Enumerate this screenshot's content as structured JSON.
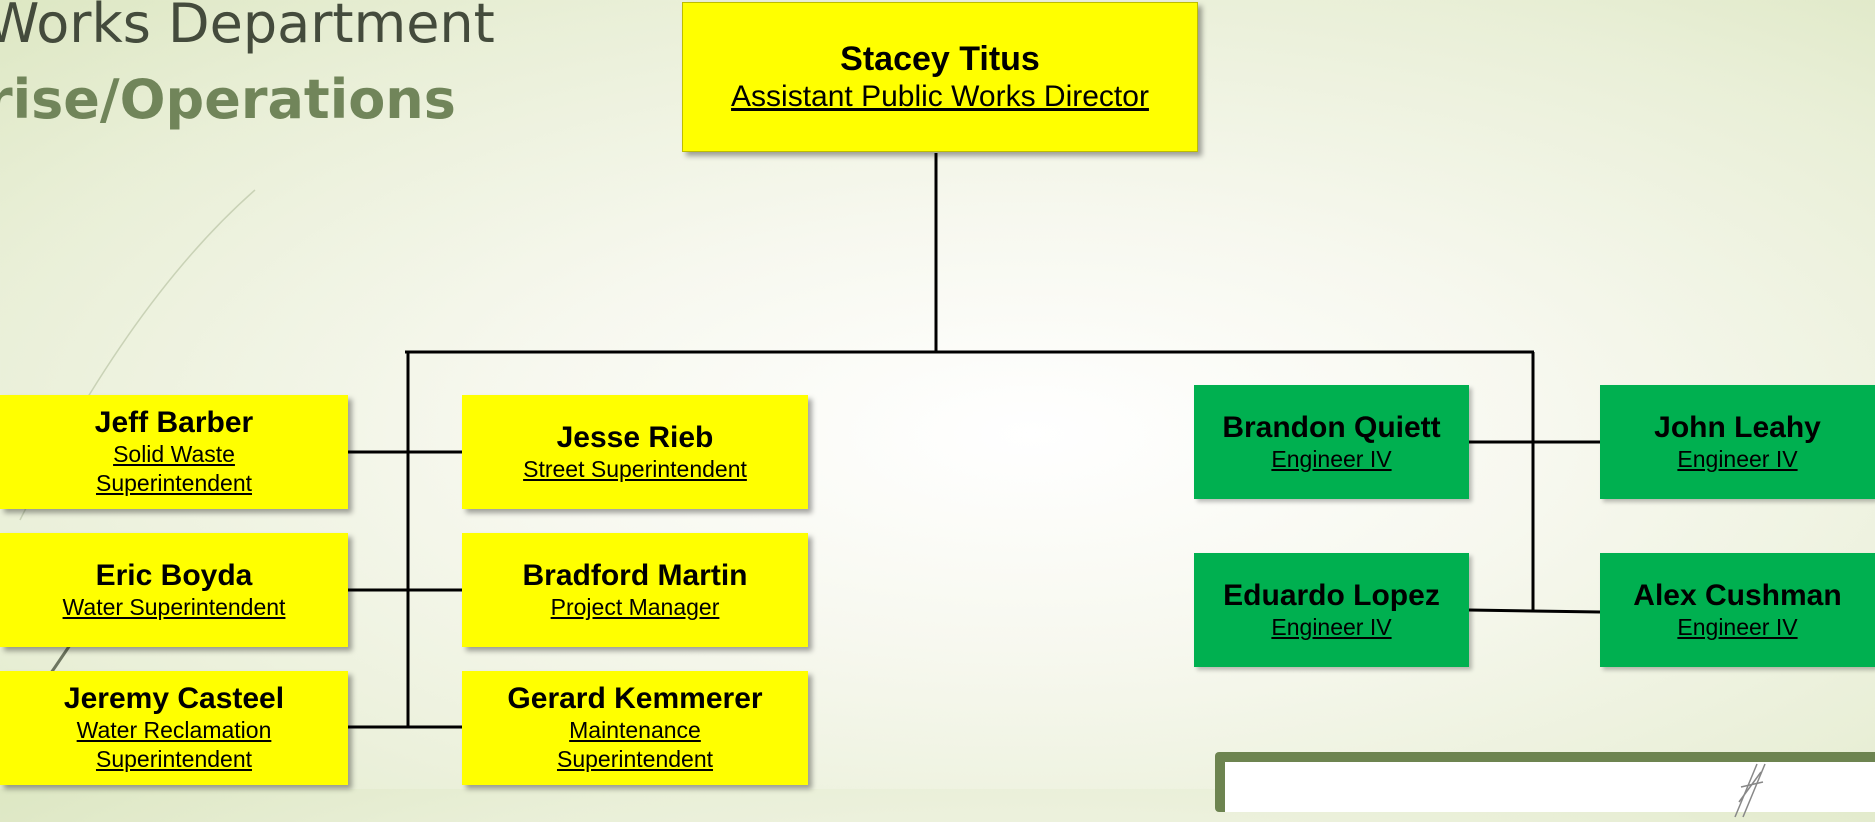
{
  "title": {
    "line1": "Works Department",
    "line2": "rise/Operations"
  },
  "director": {
    "name": "Stacey Titus",
    "role": "Assistant Public Works Director"
  },
  "left_column": [
    {
      "name": "Jeff Barber",
      "role_line1": "Solid Waste",
      "role_line2": "Superintendent"
    },
    {
      "name": "Eric Boyda",
      "role_line1": "Water Superintendent",
      "role_line2": ""
    },
    {
      "name": "Jeremy Casteel",
      "role_line1": "Water Reclamation",
      "role_line2": "Superintendent"
    }
  ],
  "middle_column": [
    {
      "name": "Jesse Rieb",
      "role_line1": "Street Superintendent",
      "role_line2": ""
    },
    {
      "name": "Bradford Martin",
      "role_line1": "Project Manager",
      "role_line2": ""
    },
    {
      "name": "Gerard Kemmerer",
      "role_line1": "Maintenance",
      "role_line2": "Superintendent"
    }
  ],
  "engineers_left": [
    {
      "name": "Brandon Quiett",
      "role": "Engineer IV"
    },
    {
      "name": "Eduardo Lopez",
      "role": "Engineer IV"
    }
  ],
  "engineers_right": [
    {
      "name": "John Leahy",
      "role": "Engineer IV"
    },
    {
      "name": "Alex Cushman",
      "role": "Engineer IV"
    }
  ],
  "colors": {
    "staff_box": "#ffff00",
    "engineer_box": "#00b050",
    "title_dark": "#444b3c",
    "title_accent": "#71855a",
    "frame": "#6d8450"
  }
}
